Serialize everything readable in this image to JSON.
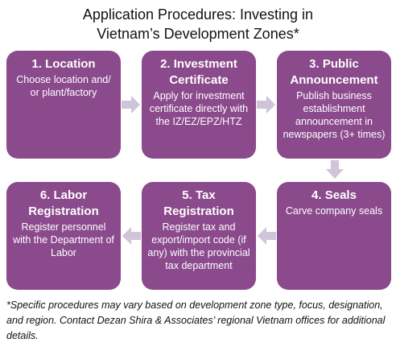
{
  "title": {
    "line1": "Application Procedures: Investing in",
    "line2": "Vietnam’s Development Zones*"
  },
  "steps": [
    {
      "title": "1. Location",
      "text": "Choose location and/ or plant/factory"
    },
    {
      "title": "2. Investment Certificate",
      "text": "Apply for investment certificate directly with the IZ/EZ/EPZ/HTZ"
    },
    {
      "title": "3. Public Announcement",
      "text": "Publish business establishment announcement in newspapers (3+ times)"
    },
    {
      "title": "4. Seals",
      "text": "Carve company seals"
    },
    {
      "title": "5. Tax Registration",
      "text": "Register tax and export/import code (if any) with the provincial tax department"
    },
    {
      "title": "6. Labor Registration",
      "text": "Register personnel with the Department of Labor"
    }
  ],
  "colors": {
    "box": "#8a4a8c",
    "arrow": "#cfc4d8"
  },
  "footnote": "*Specific procedures may vary based on development zone type, focus, designation, and region. Contact Dezan Shira & Associates’ regional Vietnam offices for additional details."
}
